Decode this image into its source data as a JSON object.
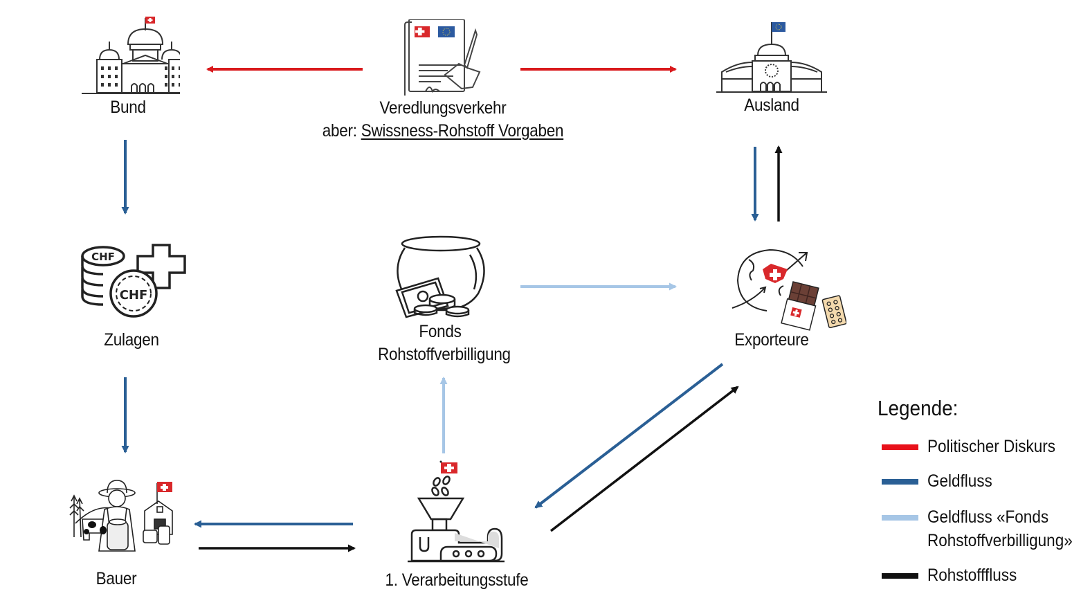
{
  "colors": {
    "political": "#d9191c",
    "money": "#2a5f95",
    "fund_money": "#a6c6e6",
    "raw_material": "#111111",
    "swiss_red": "#d9282b",
    "eu_blue": "#2c5aa0"
  },
  "nodes": {
    "bund": {
      "label": "Bund",
      "icon": "federal-palace-icon"
    },
    "veredlung": {
      "line1": "Veredlungsverkehr",
      "line2_prefix": "aber: ",
      "line2_link": "Swissness-Rohstoff Vorgaben",
      "icon": "contract-handshake-icon"
    },
    "ausland": {
      "label": "Ausland",
      "icon": "eu-parliament-icon"
    },
    "zulagen": {
      "label": "Zulagen",
      "icon": "chf-coins-plus-icon"
    },
    "fonds": {
      "line1": "Fonds",
      "line2": "Rohstoffverbilligung",
      "icon": "money-pot-icon"
    },
    "exporteure": {
      "label": "Exporteure",
      "icon": "globe-chocolate-icon"
    },
    "bauer": {
      "label": "Bauer",
      "icon": "farmer-icon"
    },
    "verarbeitung": {
      "label": "1. Verarbeitungsstufe",
      "icon": "processing-machine-icon"
    }
  },
  "flows": [
    {
      "from": "veredlung",
      "to": "bund",
      "type": "political"
    },
    {
      "from": "veredlung",
      "to": "ausland",
      "type": "political"
    },
    {
      "from": "bund",
      "to": "zulagen",
      "type": "money"
    },
    {
      "from": "zulagen",
      "to": "bauer",
      "type": "money"
    },
    {
      "from": "ausland",
      "to": "exporteure",
      "type": "money"
    },
    {
      "from": "exporteure",
      "to": "ausland",
      "type": "raw_material"
    },
    {
      "from": "fonds",
      "to": "exporteure",
      "type": "fund_money"
    },
    {
      "from": "verarbeitung",
      "to": "fonds",
      "type": "fund_money"
    },
    {
      "from": "exporteure",
      "to": "verarbeitung",
      "type": "money"
    },
    {
      "from": "verarbeitung",
      "to": "exporteure",
      "type": "raw_material"
    },
    {
      "from": "verarbeitung",
      "to": "bauer",
      "type": "money"
    },
    {
      "from": "bauer",
      "to": "verarbeitung",
      "type": "raw_material"
    }
  ],
  "legend": {
    "title": "Legende:",
    "items": [
      {
        "type": "political",
        "label": "Politischer Diskurs"
      },
      {
        "type": "money",
        "label": "Geldfluss"
      },
      {
        "type": "fund_money",
        "label_line1": "Geldfluss «Fonds",
        "label_line2": "Rohstoffverbilligung»"
      },
      {
        "type": "raw_material",
        "label": "Rohstofffluss"
      }
    ]
  }
}
